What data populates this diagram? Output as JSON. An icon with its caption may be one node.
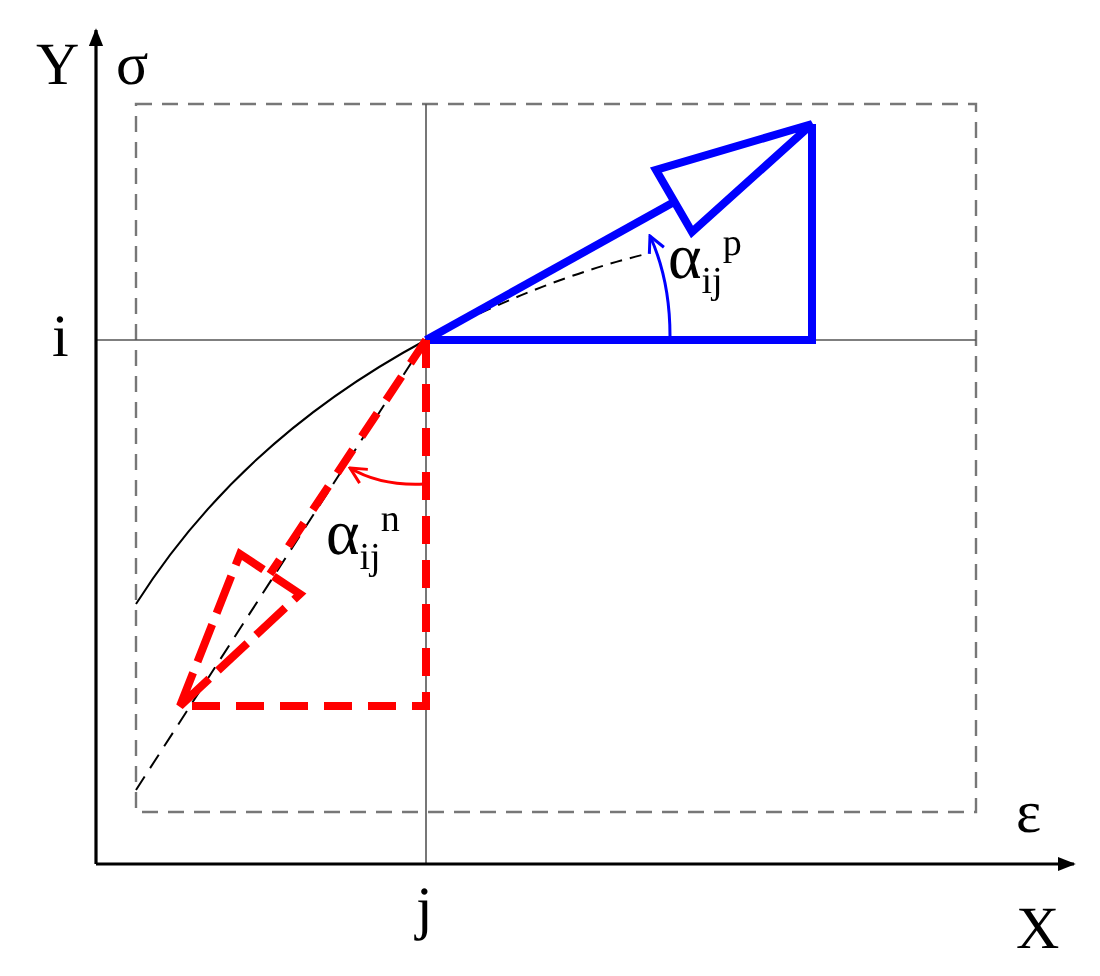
{
  "diagram": {
    "labels": [
      "Y",
      "σ",
      "α$_{ij}$$^{p}$",
      "i",
      "α$_{ij}$$^{n}$",
      "ε",
      "j",
      "X"
    ]
  }
}
